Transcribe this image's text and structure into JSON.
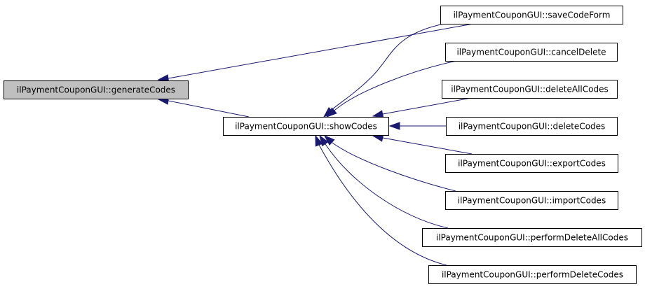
{
  "diagram": {
    "type": "call-graph",
    "colors": {
      "root_fill": "#bfbfbf",
      "node_fill": "#ffffff",
      "edge": "#191970"
    },
    "nodes": [
      {
        "id": "generateCodes",
        "label": "ilPaymentCouponGUI::generateCodes",
        "root": true
      },
      {
        "id": "showCodes",
        "label": "ilPaymentCouponGUI::showCodes"
      },
      {
        "id": "saveCodeForm",
        "label": "ilPaymentCouponGUI::saveCodeForm"
      },
      {
        "id": "cancelDelete",
        "label": "ilPaymentCouponGUI::cancelDelete"
      },
      {
        "id": "deleteAllCodes",
        "label": "ilPaymentCouponGUI::deleteAllCodes"
      },
      {
        "id": "deleteCodes",
        "label": "ilPaymentCouponGUI::deleteCodes"
      },
      {
        "id": "exportCodes",
        "label": "ilPaymentCouponGUI::exportCodes"
      },
      {
        "id": "importCodes",
        "label": "ilPaymentCouponGUI::importCodes"
      },
      {
        "id": "performDeleteAllCodes",
        "label": "ilPaymentCouponGUI::performDeleteAllCodes"
      },
      {
        "id": "performDeleteCodes",
        "label": "ilPaymentCouponGUI::performDeleteCodes"
      }
    ],
    "edges": [
      {
        "from": "saveCodeForm",
        "to": "generateCodes"
      },
      {
        "from": "showCodes",
        "to": "generateCodes"
      },
      {
        "from": "saveCodeForm",
        "to": "showCodes"
      },
      {
        "from": "cancelDelete",
        "to": "showCodes"
      },
      {
        "from": "deleteAllCodes",
        "to": "showCodes"
      },
      {
        "from": "deleteCodes",
        "to": "showCodes"
      },
      {
        "from": "exportCodes",
        "to": "showCodes"
      },
      {
        "from": "importCodes",
        "to": "showCodes"
      },
      {
        "from": "performDeleteAllCodes",
        "to": "showCodes"
      },
      {
        "from": "performDeleteCodes",
        "to": "showCodes"
      }
    ]
  }
}
